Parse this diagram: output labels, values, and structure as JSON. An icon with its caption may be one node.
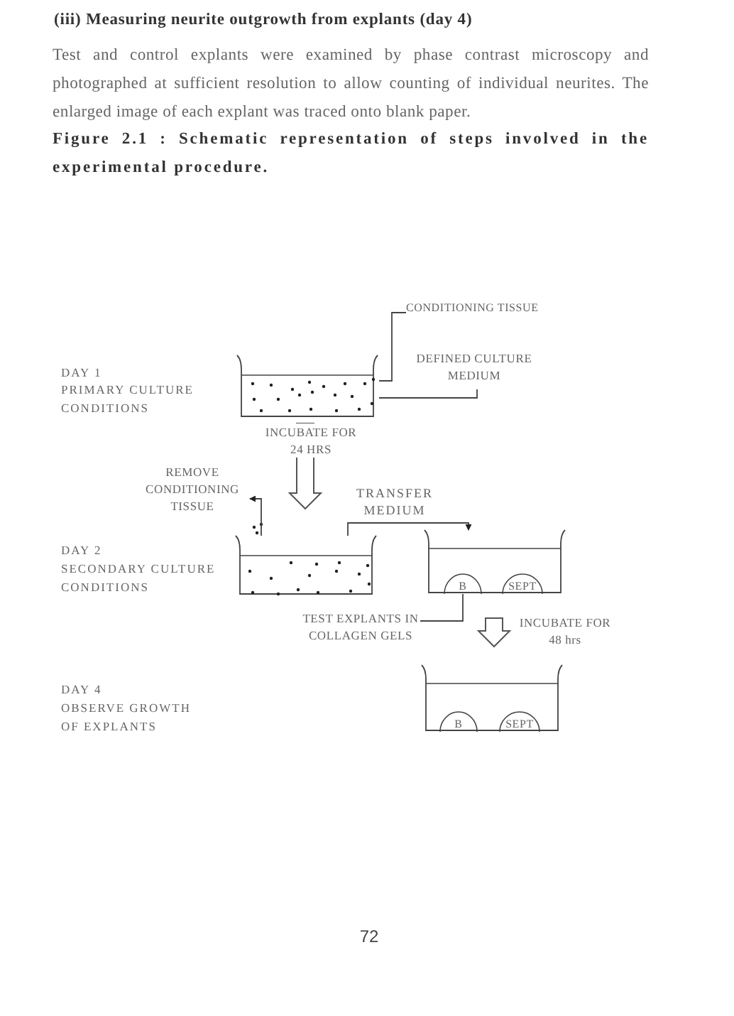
{
  "diagram": {
    "title": "Figure 2.1 : Schematic representation of steps involved in the experimental procedure.",
    "nodes": [
      {
        "text": [
          "CONDITIONING TISSUE"
        ]
      },
      {
        "text": [
          "DEFINED CULTURE MEDIUM"
        ]
      },
      {
        "text": [],
        "shape": "picture"
      },
      {
        "text": [
          "REMOVE CONDITIONING TISSUE"
        ]
      },
      {
        "text": [],
        "shape": "picture"
      },
      {
        "text": [],
        "shape": "picture"
      },
      {
        "text": [
          "B"
        ],
        "in": 5
      },
      {
        "text": [
          "SEPT"
        ],
        "in": 5
      },
      {
        "text": [
          "TEST EXPLANTS IN COLLAGEN GELS"
        ]
      },
      {
        "text": [],
        "shape": "picture"
      },
      {
        "text": [
          "B"
        ],
        "in": 9
      },
      {
        "text": [
          "SEPT"
        ],
        "in": 9
      }
    ],
    "edges": [
      {
        "from": 2,
        "to": 0,
        "arrow": "none"
      },
      {
        "from": 2,
        "to": 1,
        "arrow": "none"
      },
      {
        "from": 2,
        "to": 4,
        "arrow": "to",
        "label": "INCUBATE FOR 24 HRS",
        "style": "thick"
      },
      {
        "from": 4,
        "to": 3,
        "arrow": "to"
      },
      {
        "from": 4,
        "to": 5,
        "arrow": "to",
        "label": "TRANSFER MEDIUM"
      },
      {
        "from": 8,
        "to": 6,
        "arrow": "none"
      },
      {
        "from": 5,
        "to": 9,
        "arrow": "to",
        "label": "INCUBATE FOR 48 hrs",
        "style": "thick"
      }
    ],
    "labels": [
      "(iii) Measuring neurite outgrowth from explants (day 4)",
      "Test and control explants were examined by phase contrast microscopy and photographed at sufficient resolution to allow counting of individual neurites. The enlarged image of each explant was traced onto blank paper.",
      "DAY 1",
      "PRIMARY CULTURE CONDITIONS",
      "DAY 2",
      "SECONDARY CULTURE CONDITIONS",
      "DAY 4",
      "OBSERVE GROWTH OF EXPLANTS",
      "72"
    ]
  }
}
